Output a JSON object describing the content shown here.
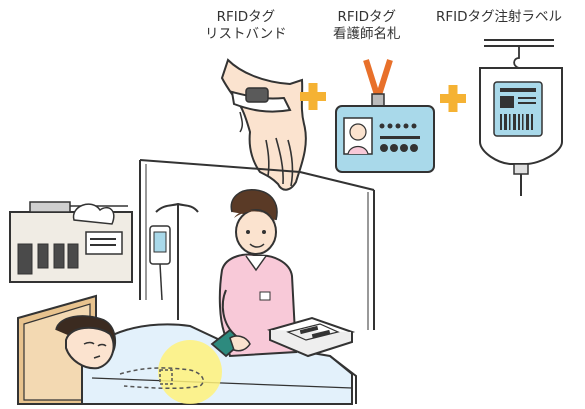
{
  "labels": {
    "wristband": [
      "RFIDタグ",
      "リストバンド"
    ],
    "name_badge": [
      "RFIDタグ",
      "看護師名札"
    ],
    "injection_label": "RFIDタグ注射ラベル"
  },
  "colors": {
    "outline": "#333333",
    "plus": "#f5b233",
    "lanyard": "#e8702a",
    "card": "#a9d9ea",
    "nurse_uniform": "#f8c9d8",
    "scanner": "#2d8a7e",
    "scan_glow": "#fff27a",
    "blanket": "#e3f1fb",
    "bed_frame": "#e8c38e",
    "skin": "#fbe3cf"
  },
  "icons": [
    "plus-icon",
    "plus-icon"
  ]
}
